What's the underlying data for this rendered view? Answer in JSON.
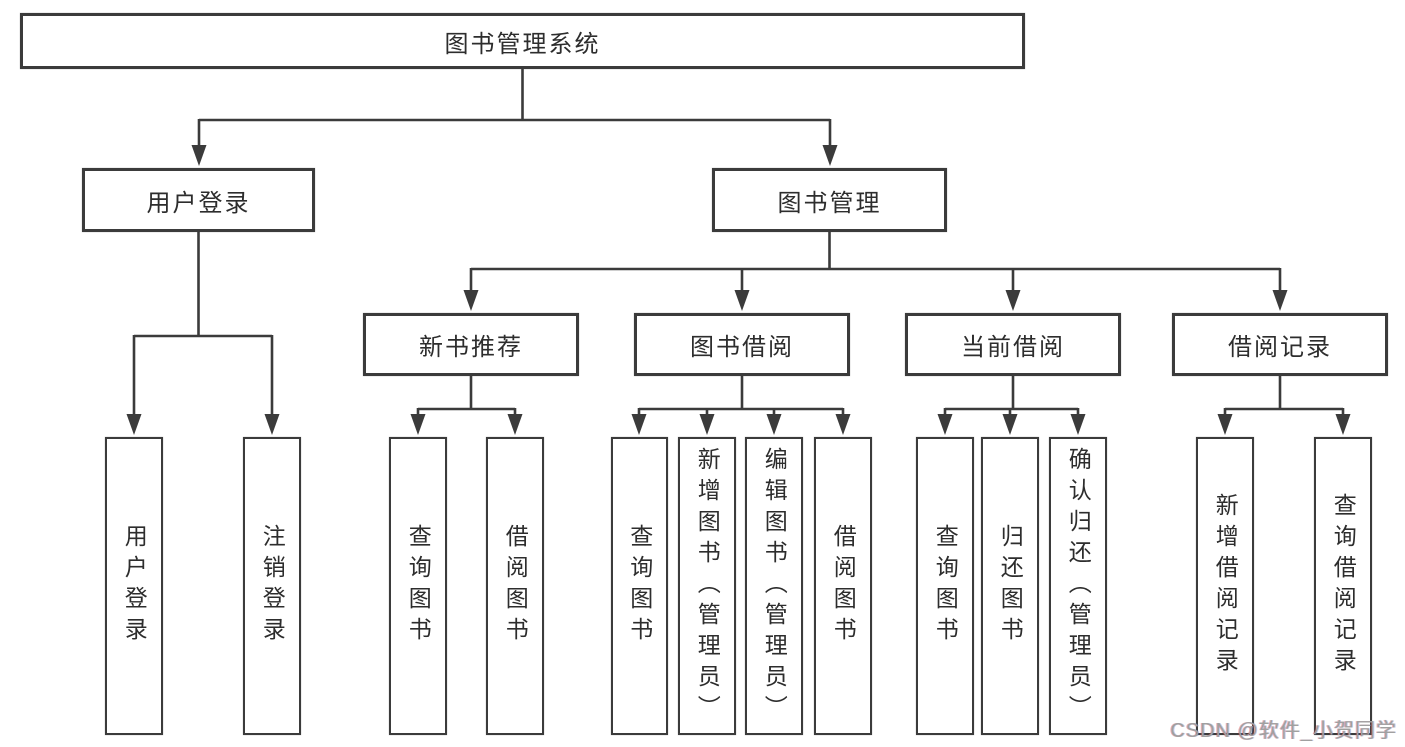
{
  "title": "图书管理系统",
  "branches": {
    "user_login": {
      "label": "用户登录",
      "children": [
        "用户登录",
        "注销登录"
      ]
    },
    "book_mgmt": {
      "label": "图书管理",
      "sections": {
        "new_book": {
          "label": "新书推荐",
          "children": [
            "查询图书",
            "借阅图书"
          ]
        },
        "borrow": {
          "label": "图书借阅",
          "children": [
            "查询图书",
            "新增图书（管理员）",
            "编辑图书（管理员）",
            "借阅图书"
          ]
        },
        "current": {
          "label": "当前借阅",
          "children": [
            "查询图书",
            "归还图书",
            "确认归还（管理员）"
          ]
        },
        "records": {
          "label": "借阅记录",
          "children": [
            "新增借阅记录",
            "查询借阅记录"
          ]
        }
      }
    }
  },
  "watermark": "CSDN @软件_小贺同学",
  "colors": {
    "line": "#3b3b3b",
    "box_border": "#3b3b3b",
    "text": "#2d2d2d",
    "watermark": "#a0a0a0",
    "background": "#ffffff"
  }
}
